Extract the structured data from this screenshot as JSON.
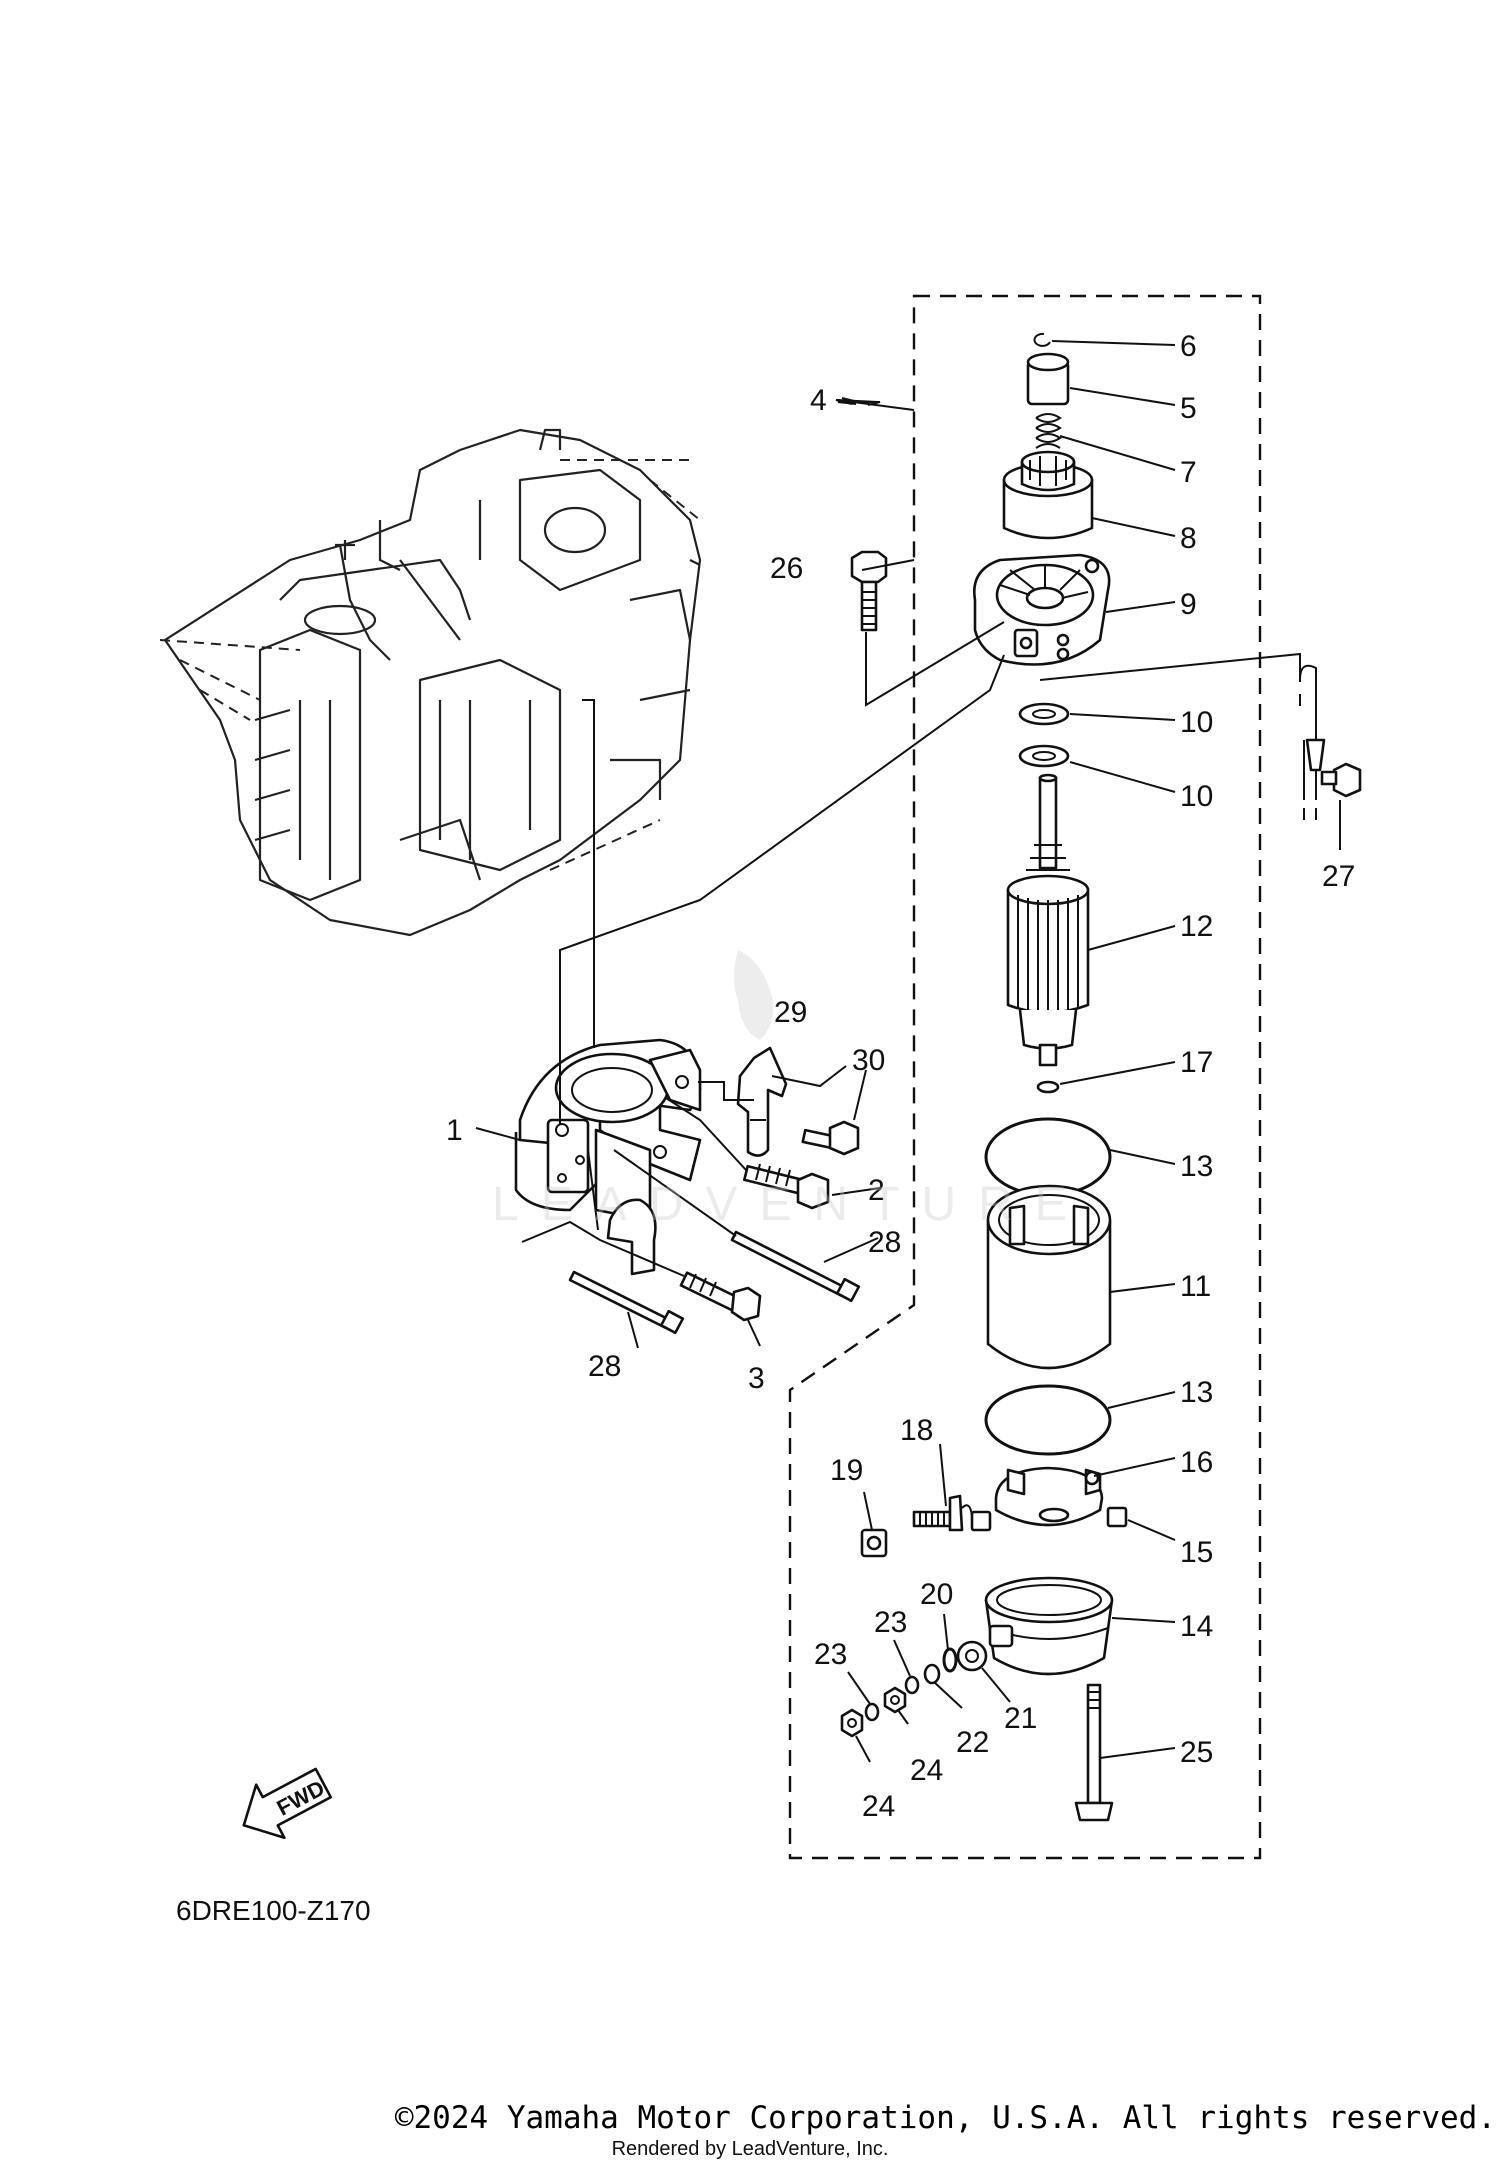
{
  "diagram": {
    "code": "6DRE100-Z170",
    "fwd_label": "FWD",
    "watermark": "LEADVENTURE",
    "copyright": "©2024 Yamaha Motor Corporation, U.S.A. All rights reserved.",
    "rendered_by": "Rendered by LeadVenture, Inc.",
    "callouts": [
      "1",
      "2",
      "3",
      "4",
      "5",
      "6",
      "7",
      "8",
      "9",
      "10",
      "10",
      "11",
      "12",
      "13",
      "13",
      "14",
      "15",
      "16",
      "17",
      "18",
      "19",
      "20",
      "21",
      "22",
      "23",
      "23",
      "24",
      "24",
      "25",
      "26",
      "27",
      "28",
      "28",
      "29",
      "30"
    ]
  }
}
